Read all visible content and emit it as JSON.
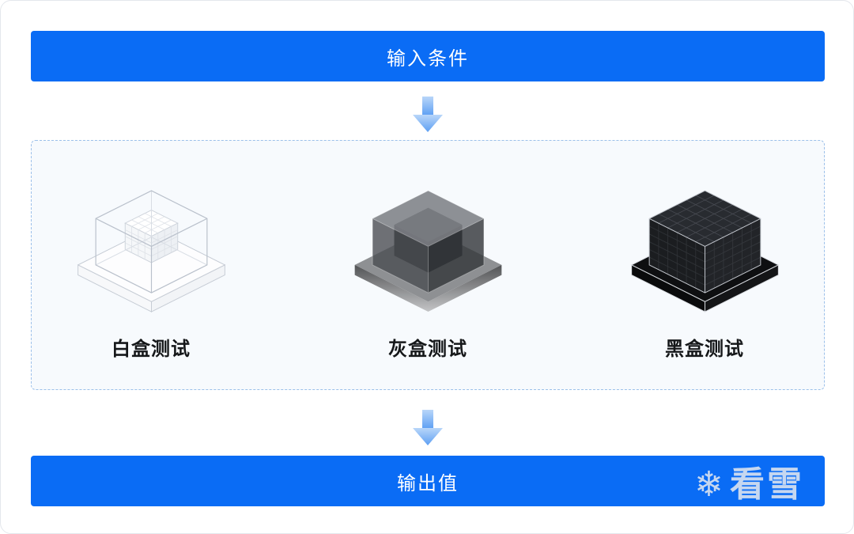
{
  "flow": {
    "input_label": "输入条件",
    "output_label": "输出值"
  },
  "test_types": [
    {
      "label": "白盒测试",
      "icon": "white-box-cube-icon"
    },
    {
      "label": "灰盒测试",
      "icon": "gray-box-cube-icon"
    },
    {
      "label": "黑盒测试",
      "icon": "black-box-cube-icon"
    }
  ],
  "watermark": {
    "icon": "snowflake-icon",
    "icon_glyph": "❄",
    "text": "看雪"
  },
  "colors": {
    "banner_blue": "#0a6cf5",
    "arrow_blue_light": "#b3d1f7",
    "arrow_blue_dark": "#5d9ff3",
    "dashed_border": "#9cc0ea",
    "panel_bg": "#f7fafd",
    "label_text": "#151719",
    "banner_text": "#ffffff"
  }
}
